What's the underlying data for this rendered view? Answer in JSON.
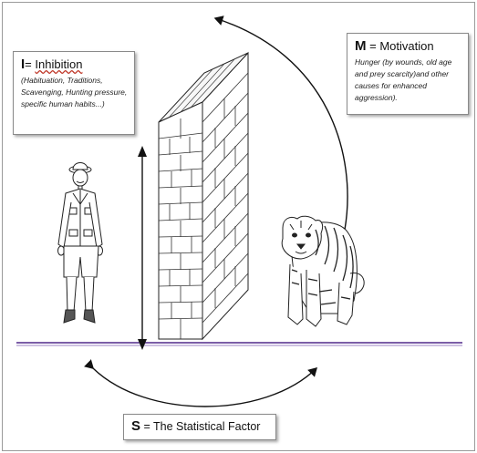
{
  "inhibition": {
    "letter": "I",
    "sep": "= ",
    "word": "Inhibition",
    "description": "(Habituation, Traditions, Scavenging, Hunting pressure, specific human habits...)"
  },
  "motivation": {
    "letter": "M",
    "sep": " = ",
    "word": "Motivation",
    "description": "Hunger (by wounds, old age and prey scarcity)and other causes for enhanced aggression)."
  },
  "statistical": {
    "letter": "S",
    "rest": " = The Statistical Factor"
  },
  "colors": {
    "ground": "#7b5ea7",
    "line": "#111111",
    "box_border": "#8a8a8a"
  },
  "icons": [
    "person-figure",
    "brick-wall",
    "tiger-figure",
    "curved-arrow"
  ]
}
